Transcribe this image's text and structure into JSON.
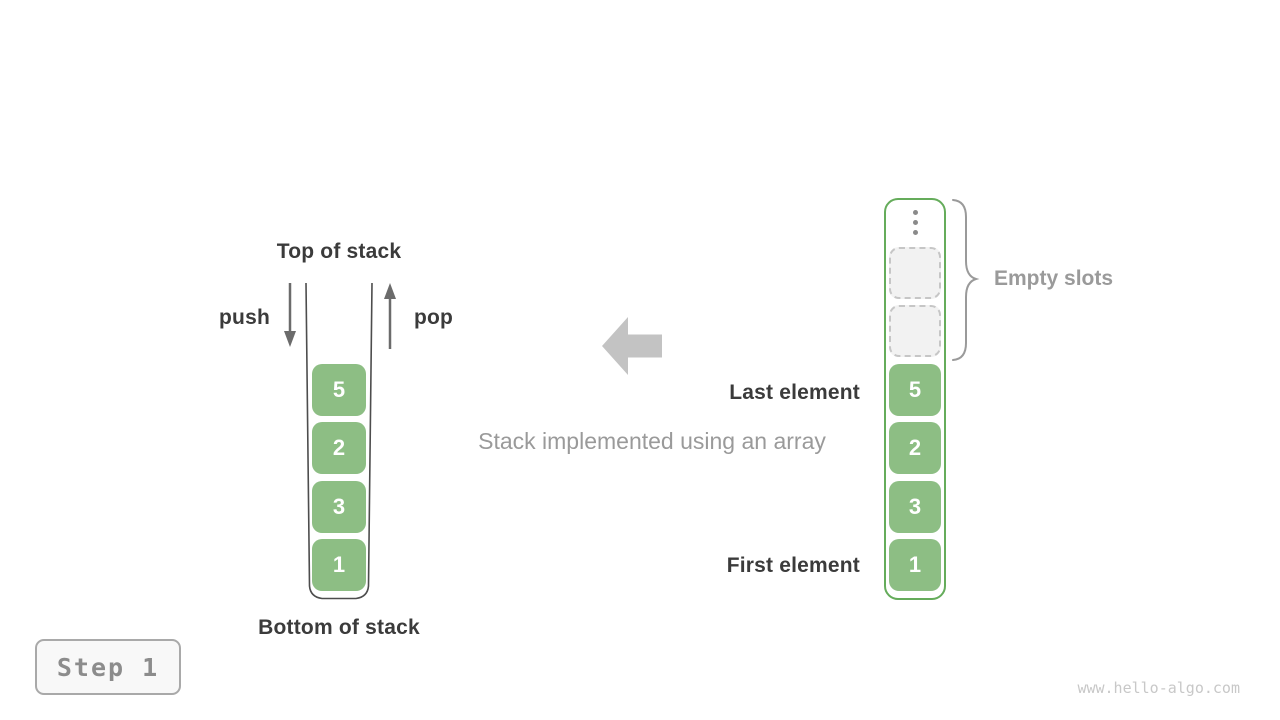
{
  "left_stack": {
    "top_label": "Top of stack",
    "bottom_label": "Bottom of stack",
    "push_label": "push",
    "pop_label": "pop",
    "values": [
      "5",
      "2",
      "3",
      "1"
    ]
  },
  "center": {
    "caption": "Stack implemented using an array"
  },
  "right_array": {
    "values": [
      "5",
      "2",
      "3",
      "1"
    ],
    "empty_slot_count": 2,
    "empty_slots_label": "Empty slots",
    "last_element_label": "Last element",
    "first_element_label": "First element"
  },
  "footer": {
    "step_label": "Step 1",
    "watermark": "www.hello-algo.com"
  },
  "colors": {
    "box_green": "#8dbe84",
    "array_border_green": "#65ac5b",
    "dark_text": "#3b3b3b",
    "gray_text": "#9a9a9a",
    "block_arrow_gray": "#c3c3c3",
    "slot_fill": "#f2f2f2",
    "slot_border": "#c6c6c6",
    "stack_wall": "#4d4d4d"
  }
}
